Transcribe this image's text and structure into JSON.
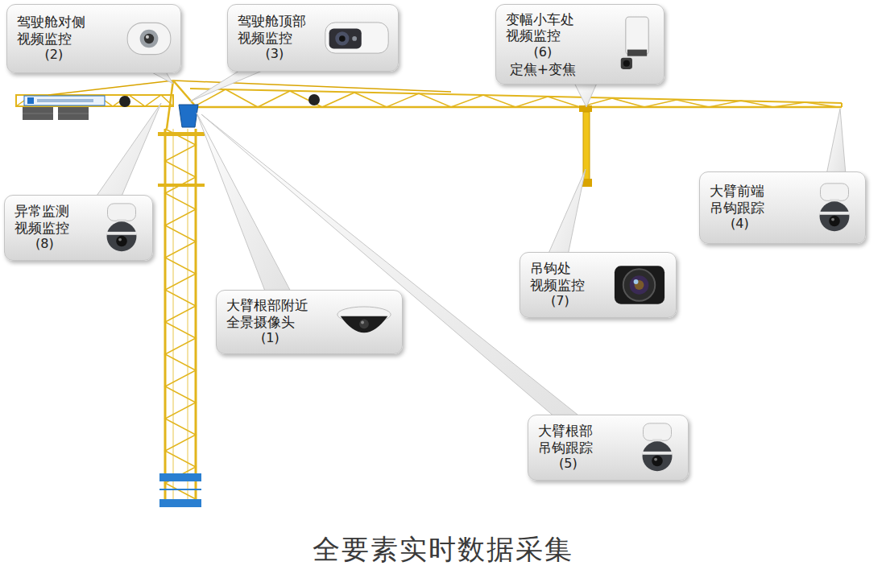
{
  "diagram": {
    "caption": "全要素实时数据采集",
    "nodes": [
      {
        "text": [
          "驾驶舱对侧 视频监控",
          "(2)"
        ]
      },
      {
        "text": [
          "驾驶舱顶部 视频监控",
          "(3)"
        ]
      },
      {
        "text": [
          "变幅小车处 视频监控",
          "(6)",
          "定焦+变焦"
        ]
      },
      {
        "text": [
          "大臂前端 吊钩跟踪",
          "(4)"
        ]
      },
      {
        "text": [
          "异常监测 视频监控",
          "(8)"
        ]
      },
      {
        "text": [
          "吊钩处 视频监控",
          "(7)"
        ]
      },
      {
        "text": [
          "大臂根部附近 全景摄像头",
          "(1)"
        ]
      },
      {
        "text": [
          "大臂根部 吊钩跟踪",
          "(5)"
        ]
      }
    ]
  }
}
